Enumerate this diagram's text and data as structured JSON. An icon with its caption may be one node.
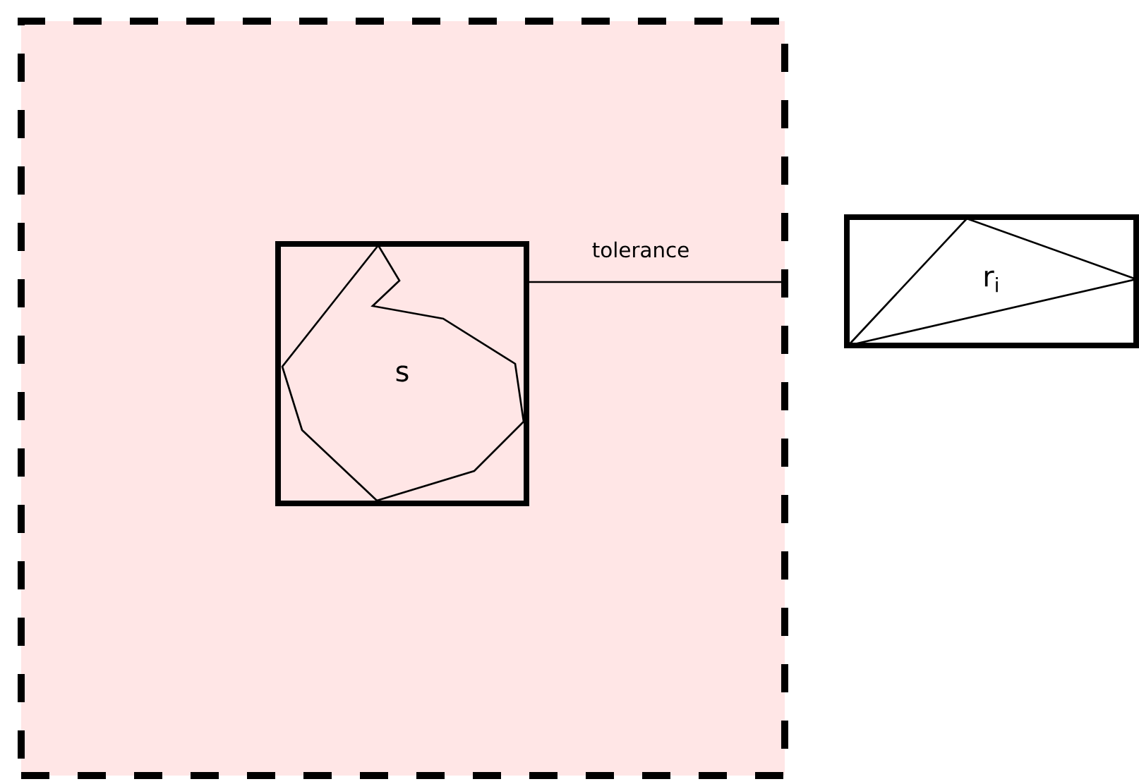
{
  "diagram": {
    "nodes": [
      {
        "text": [],
        "shape": "box"
      },
      {
        "text": [
          "s"
        ],
        "in": 0
      },
      {
        "text": [
          "r$_{i}$"
        ]
      }
    ],
    "labels": [
      "tolerance"
    ]
  }
}
